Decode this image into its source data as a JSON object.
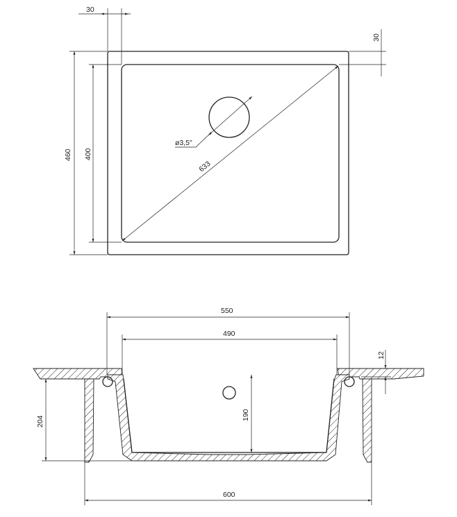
{
  "top_view": {
    "outer_width_offset": "30",
    "outer_height_offset": "30",
    "outer_height": "460",
    "inner_height": "400",
    "diagonal": "633",
    "drain_diameter": "ø3,5\""
  },
  "section_view": {
    "top_width": "550",
    "inner_width": "490",
    "countertop_thickness": "12",
    "total_depth": "204",
    "bowl_depth": "190",
    "cabinet_width": "600"
  }
}
